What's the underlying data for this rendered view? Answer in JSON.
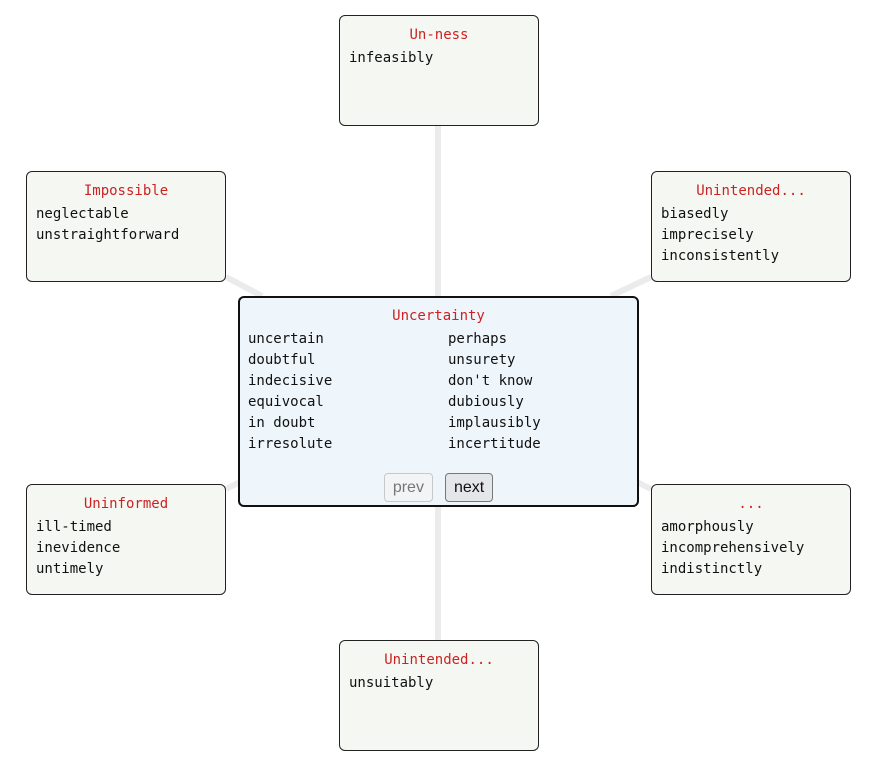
{
  "center": {
    "title": "Uncertainty",
    "words": [
      "uncertain",
      "perhaps",
      "doubtful",
      "unsurety",
      "indecisive",
      "don't know",
      "equivocal",
      "dubiously",
      "in doubt",
      "implausibly",
      "irresolute",
      "incertitude"
    ],
    "prev_label": "prev",
    "next_label": "next"
  },
  "nodes": {
    "top": {
      "title": "Un-ness",
      "words": [
        "infeasibly"
      ]
    },
    "upper_left": {
      "title": "Impossible",
      "words": [
        "neglectable",
        "unstraightforward"
      ]
    },
    "upper_right": {
      "title": "Unintended...",
      "words": [
        "biasedly",
        "imprecisely",
        "inconsistently"
      ]
    },
    "lower_left": {
      "title": "Uninformed",
      "words": [
        "ill-timed",
        "inevidence",
        "untimely"
      ]
    },
    "lower_right": {
      "title": "...",
      "words": [
        "amorphously",
        "incomprehensively",
        "indistinctly"
      ]
    },
    "bottom": {
      "title": "Unintended...",
      "words": [
        "unsuitably"
      ]
    }
  },
  "colors": {
    "title": "#cc2222",
    "node_background": "#f5f8f2",
    "center_background": "#eef5fb",
    "connector": "#ebebeb"
  }
}
